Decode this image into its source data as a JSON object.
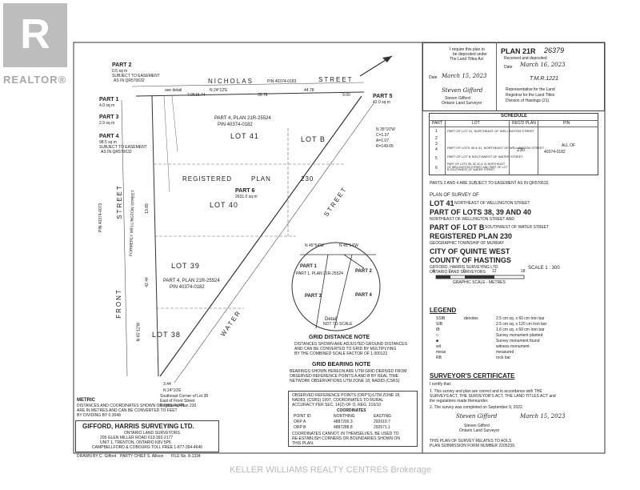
{
  "watermark": {
    "realtor": "REALTOR®",
    "brokerage": "KELLER WILLIAMS REALTY CENTRES Brokerage"
  },
  "parts_left": [
    {
      "name": "PART 2",
      "area": "0.5 sq m",
      "note": "SUBJECT TO EASEMENT",
      "note2": "AS IN QR570632"
    },
    {
      "name": "PART 1",
      "area": "4.0 sq m"
    },
    {
      "name": "PART 3",
      "area": "2.9 sq m"
    },
    {
      "name": "PART 4",
      "area": "98.5 sq m",
      "note": "SUBJECT TO EASEMENT",
      "note2": "AS IN QR570632"
    }
  ],
  "part5": {
    "name": "PART 5",
    "area": "42.0 sq m"
  },
  "part6": {
    "name": "PART 6",
    "area": "2631.0 sq m"
  },
  "streets": {
    "nicholas": "NICHOLAS",
    "street": "STREET",
    "front": "FRONT",
    "front_street": "STREET",
    "water": "WATER",
    "water_street": "STREET",
    "formerly": "FORMERLY WELLINGTON STREET"
  },
  "pins": {
    "top": "PIN 40374-0183",
    "front": "PIN 40374-0073",
    "lot41": "PIN 40374-0182",
    "lot39": "PIN 40374-0182"
  },
  "lots": {
    "lot41": "LOT 41",
    "lot40": "LOT 40",
    "lot39": "LOT 39",
    "lot38": "LOT 38",
    "lotb": "LOT B",
    "registered": "REGISTERED",
    "plan": "PLAN",
    "num": "230"
  },
  "plan_refs": {
    "p4_41": "PART 4, PLAN 21R-25524",
    "p4_39": "PART 4, PLAN 21R-25524",
    "p1": "PART 1, PLAN 21R-25524"
  },
  "dims": {
    "d1": "15.74",
    "d2": "35.78",
    "d3": "44.78",
    "d4": "9.00",
    "d5": "7.05",
    "d6": "42.44",
    "d7": "13.89",
    "d8": "3.44",
    "d9": "N 24°12'E",
    "d10": "N 24°10'E",
    "d11": "N 65°12'W",
    "d12": "N 35°10'W",
    "d13": "C=1.07",
    "d14": "A=1.07",
    "d15": "R=149.05",
    "d16": "N 45°54'W",
    "d17": "N 45°54'W"
  },
  "detail": {
    "title": "Detail",
    "sub": "NOT TO SCALE",
    "part1": "PART 1",
    "part2": "PART 2",
    "part3": "PART 3",
    "part4": "PART 4"
  },
  "southeast_note": [
    "Southeast Corner of Lot 38",
    "East of Front Street",
    "Registered Plan 230"
  ],
  "see_detail": "see detail",
  "grid_note": {
    "title": "GRID DISTANCE NOTE",
    "lines": [
      "DISTANCES SHOWN ARE ADJUSTED GROUND DISTANCES",
      "AND CAN BE CONVERTED TO GRID BY MULTIPLYING",
      "BY THE COMBINED SCALE FACTOR OF 1.000122."
    ]
  },
  "bearing_note": {
    "title": "GRID BEARING NOTE",
    "lines": [
      "BEARINGS SHOWN HEREON ARE UTM GRID DERIVED FROM",
      "OBSERVED REFERENCE POINTS A AND B BY REAL TIME",
      "NETWORK OBSERVATIONS UTM ZONE 18, NAD83 (CSRS)"
    ]
  },
  "orp_note": {
    "lines": [
      "OBSERVED REFERENCE POINTS (ORP'S):UTM ZONE 18,",
      "NAD83, (CSRS) 1997, COORDINATES TO RURAL",
      "ACCURACY PER SEC. 14(2) OF O. REG. 216/10"
    ],
    "caption": "COORDINATES",
    "headers": [
      "POINT ID",
      "NORTHING",
      "EASTING"
    ],
    "rows": [
      [
        "ORP A",
        "4887200.3",
        "292619.7"
      ],
      [
        "ORP B",
        "4887288.8",
        "292571.1"
      ]
    ],
    "footer": [
      "COORDINATES CANNOT, IN THEMSELVES, BE USED TO",
      "RE-ESTABLISH CORNERS OR BOUNDARIES SHOWN ON",
      "THIS PLAN."
    ]
  },
  "metric": {
    "title": "METRIC",
    "lines": [
      "DISTANCES AND COORDINATES SHOWN ON THIS PLAN",
      "ARE IN METRES AND CAN BE CONVERTED TO FEET",
      "BY DIVIDING BY 0.3048"
    ]
  },
  "company": {
    "name": "GIFFORD, HARRIS SURVEYING LTD.",
    "sub": "ONTARIO LAND SURVEYORS",
    "addr": [
      "205 GLEN MILLER ROAD   613-392-2177",
      "UNIT 1, TRENTON, ONTARIO K8V 5P6",
      "CAMPBELLFORD & COBOURG TOLL FREE 1-877-394-4646"
    ],
    "drawn": "DRAWN BY  C. Gifford",
    "party": "PARTY CHIEF  S. Allison",
    "file": "FILE No.  8-1334"
  },
  "deposit": {
    "l1": "I require this plan to",
    "l2": "be deposited under",
    "l3": "The Land Titles Act",
    "date_label": "Date",
    "date": "March 15, 2023",
    "sign": "Steven Gifford",
    "role": "Ontario Land Surveyor"
  },
  "plan_box": {
    "plan": "PLAN 21R",
    "num": "26379",
    "received": "Received and deposited",
    "date_label": "Date",
    "date": "March 16, 2023",
    "sign": "T.M.R.1221",
    "rep": [
      "Representative for the Land",
      "Registrar for the Land Titles",
      "Division of Hastings (21)"
    ]
  },
  "schedule": {
    "title": "SCHEDULE",
    "headers": [
      "PART",
      "LOT",
      "REG'D PLAN",
      "PIN"
    ],
    "rows": [
      [
        "1",
        "PART OF LOT 41, NORTHEAST OF WELLINGTON STREET"
      ],
      [
        "2",
        ""
      ],
      [
        "3",
        ""
      ],
      [
        "4",
        "PART OF LOTS 40 & 41, NORTHEAST OF WELLINGTON STREET"
      ],
      [
        "5",
        "PART OF LOT B SOUTHWEST OF WATER STREET"
      ],
      [
        "6",
        "PART OF LOTS 38, 39, 40 & 41 NORTHEAST OF WELLINGTON STREET AND PART OF LOT B SOUTHWEST OF WATER STREET"
      ]
    ],
    "plan": "230",
    "pin": [
      "ALL OF",
      "40374-0182"
    ]
  },
  "easement_note": "PARTS 2 AND 4 ARE SUBJECT TO EASEMENT AS IN QR570632.",
  "title_block": {
    "l1": "PLAN OF SURVEY OF",
    "l2": "LOT 41",
    "l2b": "NORTHEAST OF WELLINGTON STREET",
    "l3": "PART OF LOTS 38, 39 AND 40",
    "l4": "NORTHEAST OF WELLINGTON STREET AND",
    "l5": "PART OF LOT B",
    "l5b": "SOUTHWEST OF WATER STREET",
    "l6": "REGISTERED PLAN 230",
    "l7": "GEOGRAPHIC TOWNSHIP OF MURRAY",
    "l8": "CITY OF QUINTE WEST",
    "l9": "COUNTY OF HASTINGS",
    "l10": "GIFFORD, HARRIS SURVEYING LTD.",
    "l11": "ONTARIO LAND SURVEYORS",
    "l12": "SCALE 1 : 300",
    "scale_ticks": [
      "6",
      "0",
      "6",
      "12",
      "18"
    ],
    "scale_label": "GRAPHIC SCALE - METRES"
  },
  "legend": {
    "title": "LEGEND",
    "rows": [
      [
        "SSIB",
        "denotes",
        "2.5 cm sq. x 60 cm Iron bar"
      ],
      [
        "SIB",
        "",
        "2.5 cm sq. x 120 cm Iron bar"
      ],
      [
        "IB",
        "",
        "1.6 cm sq. x 60 cm Iron bar"
      ],
      [
        "□",
        "",
        "Survey monument planted"
      ],
      [
        "■",
        "",
        "Survey monument found"
      ],
      [
        "wit",
        "",
        "witness monument"
      ],
      [
        "meas",
        "",
        "measured"
      ],
      [
        "RB",
        "",
        "rock bar"
      ]
    ]
  },
  "certificate": {
    "title": "SURVEYOR'S CERTIFICATE",
    "lines": [
      "I certify that:",
      "1. This survey and plan are correct and in accordance with THE",
      "   SURVEYS ACT, THE SURVEYOR'S ACT, THE LAND TITLES ACT and",
      "   the regulations made thereunder.",
      "2. The survey was completed on September 9, 2022."
    ],
    "sign": "Steven Gifford",
    "role": "Ontario Land Surveyor",
    "date": "March 15, 2023",
    "footer": [
      "THIS PLAN OF SURVEY RELATES TO AOLS",
      "PLAN SUBMISSION FORM NUMBER 2205239."
    ]
  }
}
